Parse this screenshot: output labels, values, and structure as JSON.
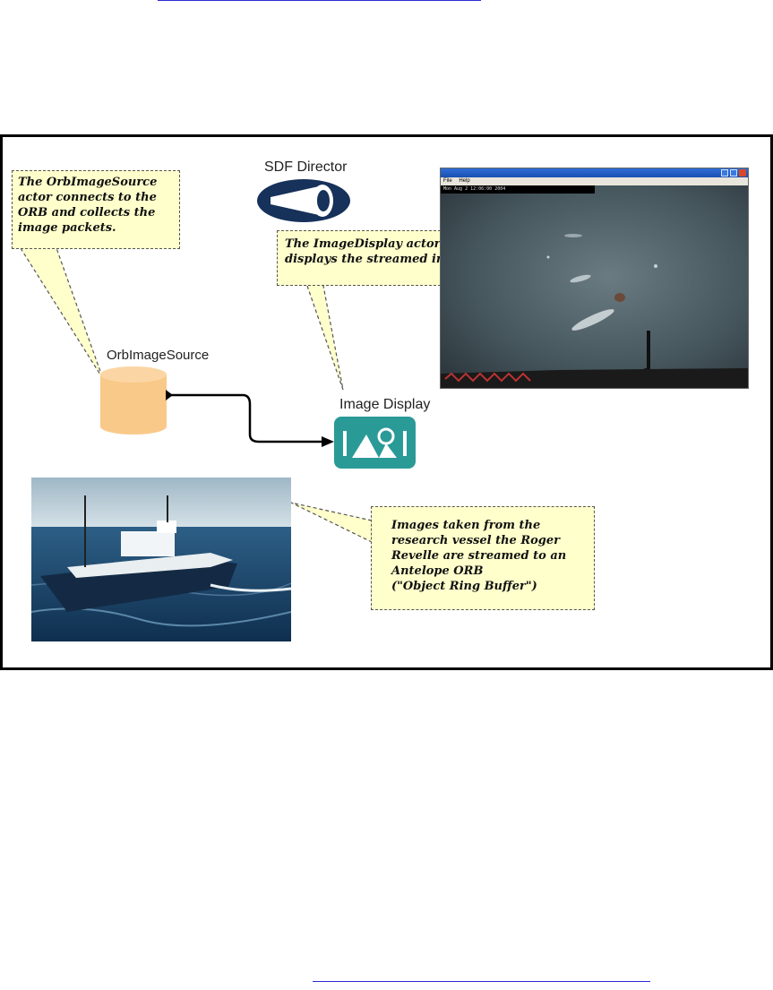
{
  "diagram": {
    "director_label": "SDF Director",
    "source_label": "OrbImageSource",
    "display_label": "Image Display",
    "note_source": [
      "The OrbImageSource",
      "actor connects to the",
      "ORB and collects the",
      " image packets."
    ],
    "note_display": [
      "The ImageDisplay actor",
      "displays the streamed  image"
    ],
    "note_vessel": [
      "Images taken from the",
      "research vessel the Roger",
      "Revelle are streamed to an",
      "Antelope ORB",
      "(\"Object Ring Buffer\")"
    ],
    "screenshot": {
      "menu_file": "File",
      "menu_help": "Help",
      "timestamp": "Mon Aug  2 12:06:00  2004"
    },
    "colors": {
      "note_bg": "#ffffcc",
      "source_fill": "#f9c98a",
      "display_fill": "#2a9a97",
      "director_fill": "#16315a",
      "seafloor": "#4a5a62"
    },
    "icons": [
      "director-icon",
      "database-cylinder-icon",
      "image-display-icon",
      "connection-arrow-icon"
    ]
  }
}
